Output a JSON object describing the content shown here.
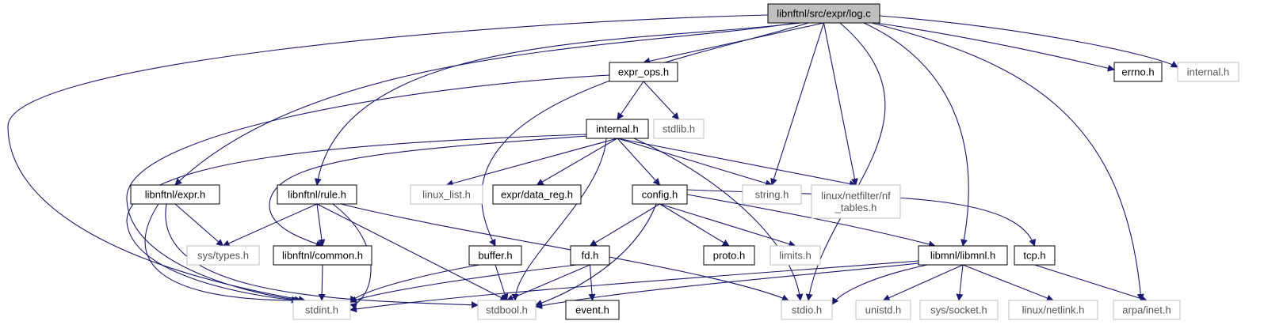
{
  "colors": {
    "edge": "#191970",
    "root_fill": "#bfbfbf",
    "local_border": "#000000",
    "system_border": "#bfbfbf",
    "background": "#ffffff"
  },
  "nodes": [
    {
      "id": "root",
      "lines": [
        "libnftnl/src/expr/log.c"
      ],
      "kind": "root"
    },
    {
      "id": "expr_ops",
      "lines": [
        "expr_ops.h"
      ],
      "kind": "local"
    },
    {
      "id": "errno",
      "lines": [
        "errno.h"
      ],
      "kind": "local"
    },
    {
      "id": "internal_sys",
      "lines": [
        "internal.h"
      ],
      "kind": "system"
    },
    {
      "id": "internal",
      "lines": [
        "internal.h"
      ],
      "kind": "local"
    },
    {
      "id": "stdlib",
      "lines": [
        "stdlib.h"
      ],
      "kind": "system"
    },
    {
      "id": "nftnl_expr",
      "lines": [
        "libnftnl/expr.h"
      ],
      "kind": "local"
    },
    {
      "id": "nftnl_rule",
      "lines": [
        "libnftnl/rule.h"
      ],
      "kind": "local"
    },
    {
      "id": "linux_list",
      "lines": [
        "linux_list.h"
      ],
      "kind": "system"
    },
    {
      "id": "data_reg",
      "lines": [
        "expr/data_reg.h"
      ],
      "kind": "local"
    },
    {
      "id": "config",
      "lines": [
        "config.h"
      ],
      "kind": "local"
    },
    {
      "id": "string",
      "lines": [
        "string.h"
      ],
      "kind": "system"
    },
    {
      "id": "nf_tables",
      "lines": [
        "linux/netfilter/nf",
        "_tables.h"
      ],
      "kind": "system"
    },
    {
      "id": "sys_types",
      "lines": [
        "sys/types.h"
      ],
      "kind": "system"
    },
    {
      "id": "nftnl_common",
      "lines": [
        "libnftnl/common.h"
      ],
      "kind": "local"
    },
    {
      "id": "buffer",
      "lines": [
        "buffer.h"
      ],
      "kind": "local"
    },
    {
      "id": "fd",
      "lines": [
        "fd.h"
      ],
      "kind": "local"
    },
    {
      "id": "proto",
      "lines": [
        "proto.h"
      ],
      "kind": "local"
    },
    {
      "id": "limits",
      "lines": [
        "limits.h"
      ],
      "kind": "system"
    },
    {
      "id": "libmnl",
      "lines": [
        "libmnl/libmnl.h"
      ],
      "kind": "local"
    },
    {
      "id": "tcp",
      "lines": [
        "tcp.h"
      ],
      "kind": "local"
    },
    {
      "id": "stdint",
      "lines": [
        "stdint.h"
      ],
      "kind": "system"
    },
    {
      "id": "stdbool",
      "lines": [
        "stdbool.h"
      ],
      "kind": "system"
    },
    {
      "id": "event",
      "lines": [
        "event.h"
      ],
      "kind": "local"
    },
    {
      "id": "stdio",
      "lines": [
        "stdio.h"
      ],
      "kind": "system"
    },
    {
      "id": "unistd",
      "lines": [
        "unistd.h"
      ],
      "kind": "system"
    },
    {
      "id": "sys_socket",
      "lines": [
        "sys/socket.h"
      ],
      "kind": "system"
    },
    {
      "id": "linux_netlink",
      "lines": [
        "linux/netlink.h"
      ],
      "kind": "system"
    },
    {
      "id": "arpa_inet",
      "lines": [
        "arpa/inet.h"
      ],
      "kind": "system"
    }
  ],
  "edges": [
    [
      "root",
      "expr_ops"
    ],
    [
      "root",
      "errno"
    ],
    [
      "root",
      "internal_sys"
    ],
    [
      "root",
      "nftnl_expr"
    ],
    [
      "root",
      "nftnl_rule"
    ],
    [
      "root",
      "string"
    ],
    [
      "root",
      "nf_tables"
    ],
    [
      "root",
      "stdint"
    ],
    [
      "root",
      "buffer"
    ],
    [
      "root",
      "libmnl"
    ],
    [
      "root",
      "stdio"
    ],
    [
      "root",
      "arpa_inet"
    ],
    [
      "expr_ops",
      "internal"
    ],
    [
      "expr_ops",
      "stdlib"
    ],
    [
      "expr_ops",
      "stdint"
    ],
    [
      "internal",
      "linux_list"
    ],
    [
      "internal",
      "data_reg"
    ],
    [
      "internal",
      "config"
    ],
    [
      "internal",
      "string"
    ],
    [
      "internal",
      "nf_tables"
    ],
    [
      "internal",
      "stdint"
    ],
    [
      "internal",
      "stdbool"
    ],
    [
      "internal",
      "stdio"
    ],
    [
      "internal",
      "nftnl_common"
    ],
    [
      "nftnl_expr",
      "sys_types"
    ],
    [
      "nftnl_expr",
      "stdint"
    ],
    [
      "nftnl_expr",
      "stdbool"
    ],
    [
      "nftnl_rule",
      "sys_types"
    ],
    [
      "nftnl_rule",
      "nftnl_common"
    ],
    [
      "nftnl_rule",
      "stdint"
    ],
    [
      "nftnl_rule",
      "stdbool"
    ],
    [
      "nftnl_rule",
      "stdio"
    ],
    [
      "nftnl_common",
      "stdint"
    ],
    [
      "buffer",
      "stdint"
    ],
    [
      "buffer",
      "stdbool"
    ],
    [
      "config",
      "fd"
    ],
    [
      "config",
      "proto"
    ],
    [
      "config",
      "limits"
    ],
    [
      "config",
      "libmnl"
    ],
    [
      "config",
      "tcp"
    ],
    [
      "config",
      "stdbool"
    ],
    [
      "fd",
      "stdint"
    ],
    [
      "fd",
      "stdbool"
    ],
    [
      "fd",
      "event"
    ],
    [
      "libmnl",
      "stdint"
    ],
    [
      "libmnl",
      "stdbool"
    ],
    [
      "libmnl",
      "stdio"
    ],
    [
      "libmnl",
      "unistd"
    ],
    [
      "libmnl",
      "sys_socket"
    ],
    [
      "libmnl",
      "linux_netlink"
    ],
    [
      "tcp",
      "arpa_inet"
    ]
  ]
}
